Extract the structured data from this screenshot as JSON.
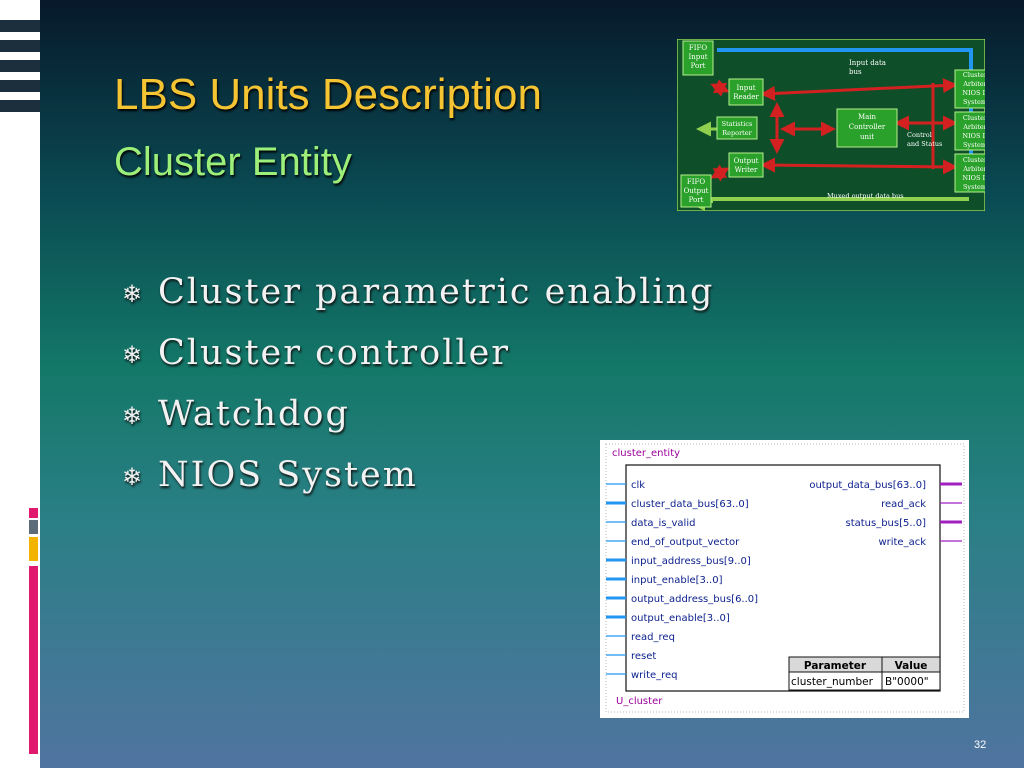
{
  "title_line1": "LBS Units Description",
  "title_line2": "Cluster Entity",
  "bullet_marker": "❄",
  "bullets": [
    "Cluster parametric enabling",
    "Cluster controller",
    "Watchdog",
    "NIOS System"
  ],
  "block_diagram": {
    "fifo_input_port": [
      "FIFO",
      "Input",
      "Port"
    ],
    "input_data_bus": [
      "Input data",
      "bus"
    ],
    "input_reader": [
      "Input",
      "Reader"
    ],
    "statistics_reporter": [
      "Statistics",
      "Reporter"
    ],
    "main_controller": [
      "Main",
      "Controller",
      "unit"
    ],
    "control_status": [
      "Control",
      "and Status"
    ],
    "output_writer": [
      "Output",
      "Writer"
    ],
    "fifo_output_port": [
      "FIFO",
      "Output",
      "Port"
    ],
    "muxed_output_bus": "Muxed output data bus",
    "cluster": [
      "Cluster",
      "Arbiter",
      "NIOS II",
      "System"
    ]
  },
  "symbol": {
    "entity_name": "cluster_entity",
    "instance_name": "U_cluster",
    "left_ports": [
      "clk",
      "cluster_data_bus[63..0]",
      "data_is_valid",
      "end_of_output_vector",
      "input_address_bus[9..0]",
      "input_enable[3..0]",
      "output_address_bus[6..0]",
      "output_enable[3..0]",
      "read_req",
      "reset",
      "write_req"
    ],
    "right_ports": [
      "output_data_bus[63..0]",
      "read_ack",
      "status_bus[5..0]",
      "write_ack"
    ],
    "param_header": [
      "Parameter",
      "Value"
    ],
    "param_row": [
      "cluster_number",
      "B\"0000\""
    ]
  },
  "page_number": "32",
  "colors": {
    "title_yellow": "#f5c433",
    "subtitle_green": "#9cf07a",
    "bus_blue": "#2196f3",
    "signal_red": "#d32020",
    "block_green": "#2aa12a",
    "port_purple": "#a020c0"
  }
}
